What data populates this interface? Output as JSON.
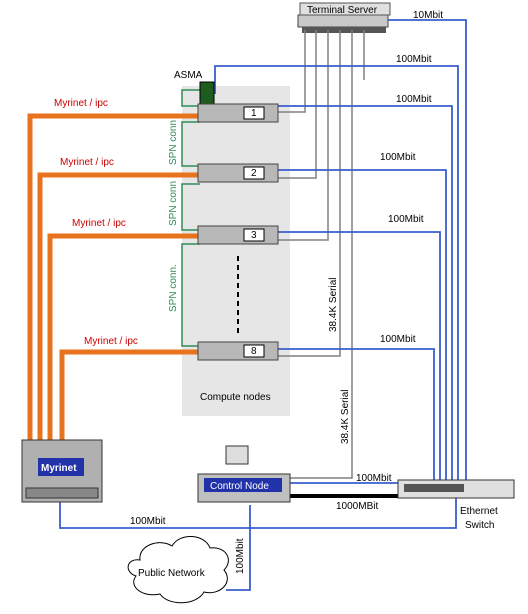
{
  "labels": {
    "terminal_server": "Terminal Server",
    "asma": "ASMA",
    "compute_nodes": "Compute nodes",
    "myrinet_box": "Myrinet",
    "control_node": "Control Node",
    "ethernet_switch_line1": "Ethernet",
    "ethernet_switch_line2": "Switch",
    "public_network": "Public Network",
    "serial_1": "38.4K Serial",
    "serial_2": "38.4K Serial",
    "dots": "-"
  },
  "nodes": [
    {
      "id": "1"
    },
    {
      "id": "2"
    },
    {
      "id": "3"
    },
    {
      "id": "8"
    }
  ],
  "myrinet_labels": [
    "Myrinet / ipc",
    "Myrinet / ipc",
    "Myrinet / ipc",
    "Myrinet / ipc"
  ],
  "spn_labels": [
    "SPN conn",
    "SPN conn",
    "SPN conn."
  ],
  "speed_labels": {
    "ts": "10Mbit",
    "asma": "100Mbit",
    "n1": "100Mbit",
    "n2": "100Mbit",
    "n3": "100Mbit",
    "n8": "100Mbit",
    "control": "100Mbit",
    "gig": "1000MBit",
    "myrinet": "100Mbit",
    "public": "100Mbit"
  },
  "colors": {
    "myrinet": "#e8731e",
    "ethernet": "#3a5fcd",
    "serial": "#808080",
    "spn": "#2e8b57",
    "panel": "#e6e6e6"
  }
}
